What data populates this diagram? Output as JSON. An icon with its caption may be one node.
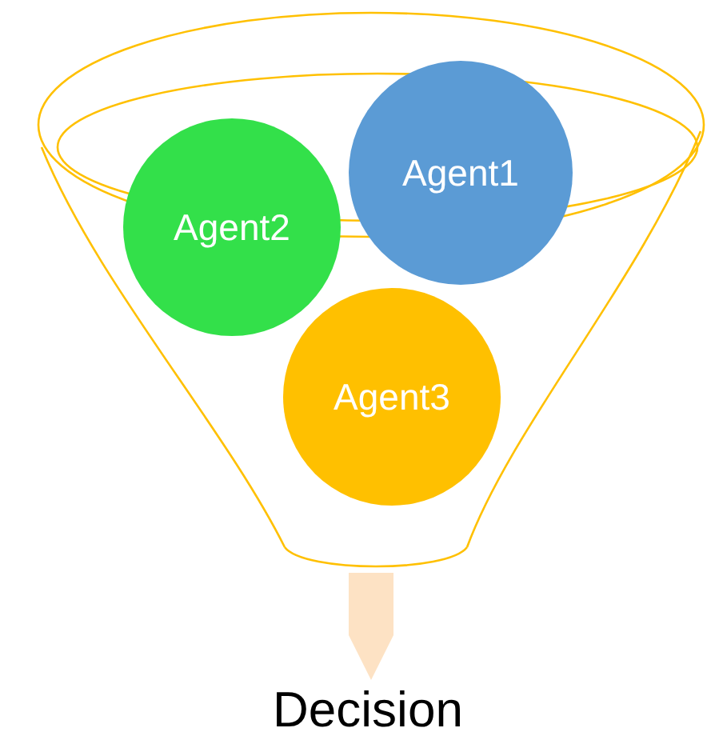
{
  "diagram": {
    "nodes": [
      {
        "text": [],
        "shape": "funnel"
      },
      {
        "text": [
          "Agent1"
        ],
        "in": 0
      },
      {
        "text": [
          "Agent2"
        ],
        "in": 0
      },
      {
        "text": [
          "Agent3"
        ],
        "in": 0
      },
      {
        "text": [
          "Decision"
        ]
      }
    ],
    "edges": [
      {
        "from": 0,
        "to": 4,
        "arrow": "to"
      }
    ]
  }
}
